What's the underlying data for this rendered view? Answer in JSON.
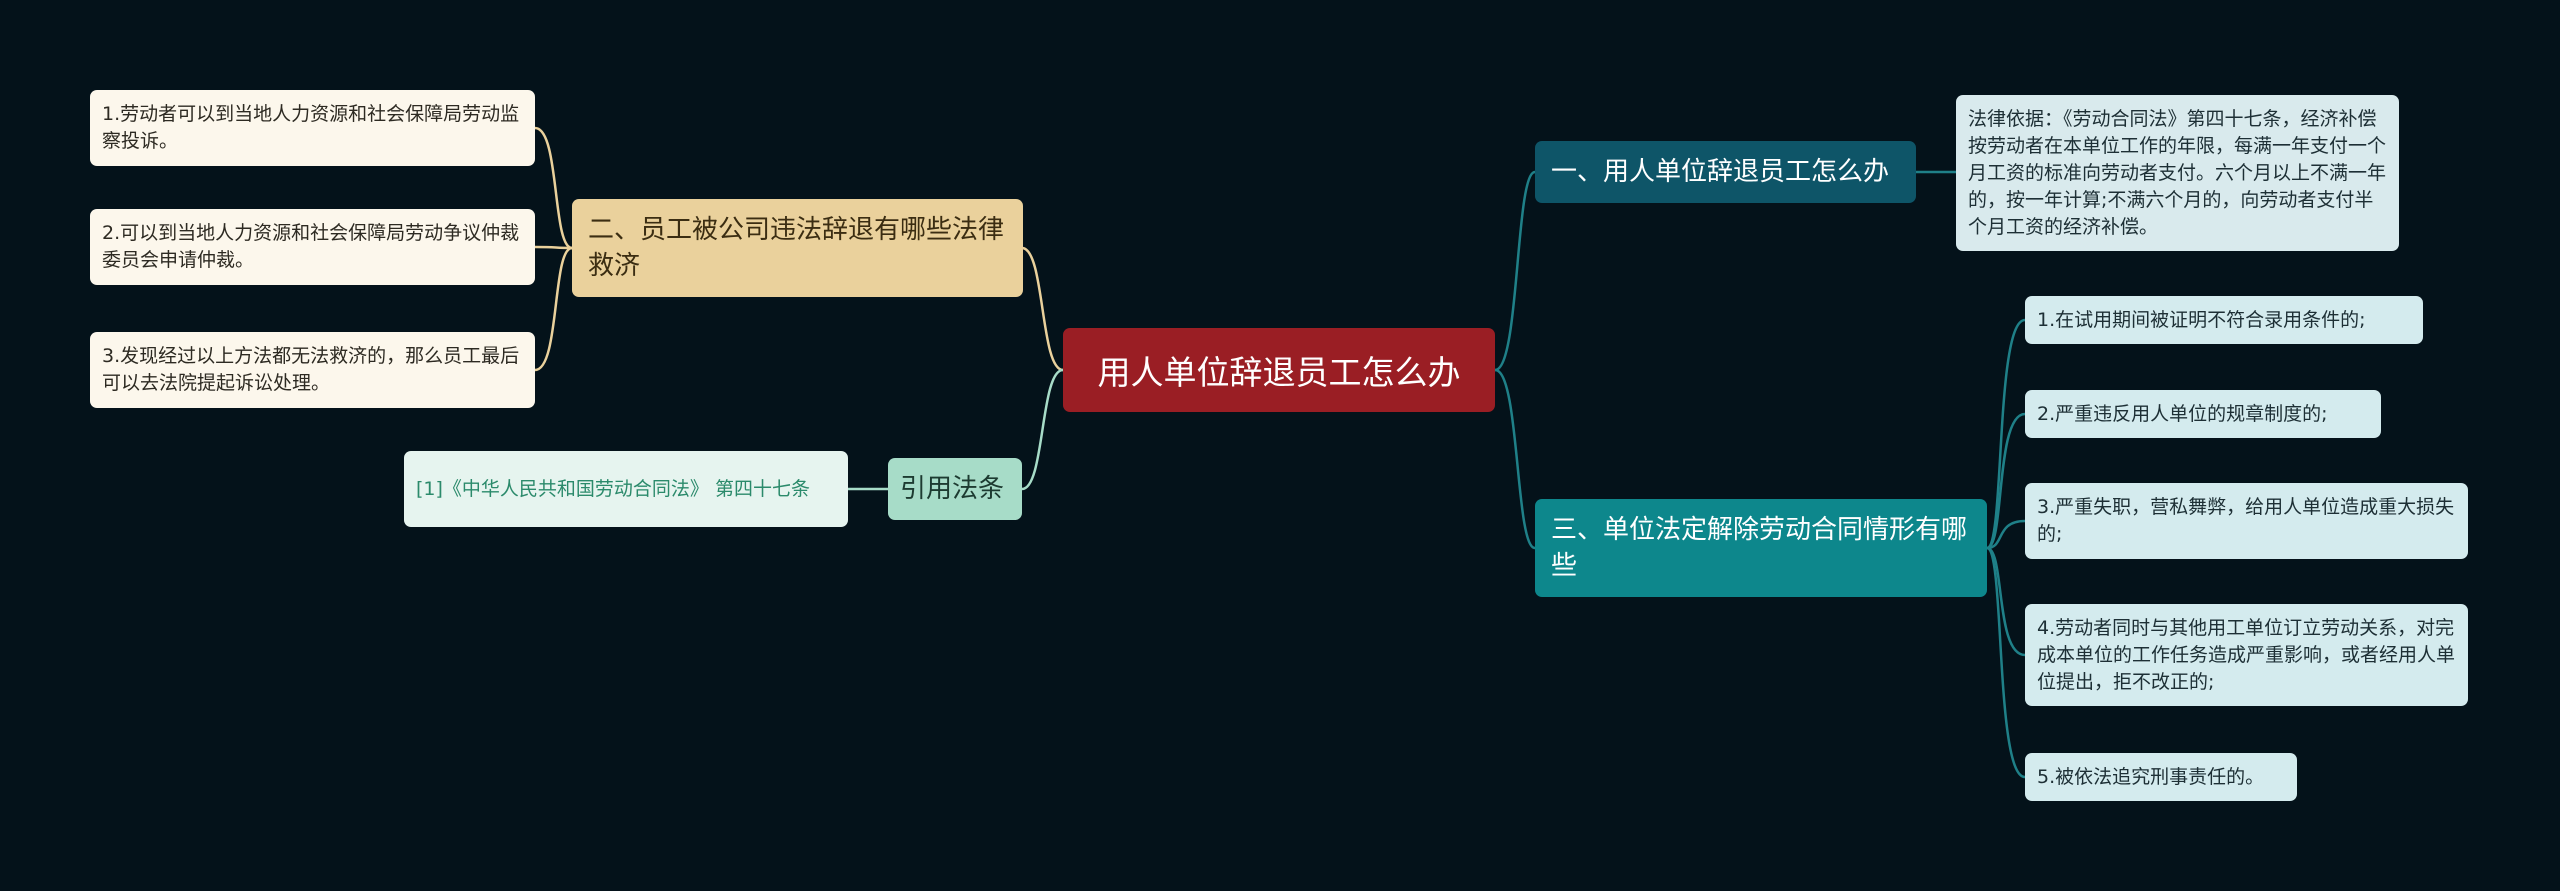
{
  "root": {
    "label": "用人单位辞退员工怎么办"
  },
  "branches": {
    "b1": {
      "label": "一、用人单位辞退员工怎么办",
      "detail": "法律依据：《劳动合同法》第四十七条，经济补偿按劳动者在本单位工作的年限，每满一年支付一个月工资的标准向劳动者支付。六个月以上不满一年的，按一年计算;不满六个月的，向劳动者支付半个月工资的经济补偿。"
    },
    "b2": {
      "label": "二、员工被公司违法辞退有哪些法律救济",
      "items": [
        "1.劳动者可以到当地人力资源和社会保障局劳动监察投诉。",
        "2.可以到当地人力资源和社会保障局劳动争议仲裁委员会申请仲裁。",
        "3.发现经过以上方法都无法救济的，那么员工最后可以去法院提起诉讼处理。"
      ]
    },
    "b3": {
      "label": "三、单位法定解除劳动合同情形有哪些",
      "items": [
        "1.在试用期间被证明不符合录用条件的;",
        "2.严重违反用人单位的规章制度的;",
        "3.严重失职，营私舞弊，给用人单位造成重大损失的;",
        "4.劳动者同时与其他用工单位订立劳动关系，对完成本单位的工作任务造成严重影响，或者经用人单位提出，拒不改正的;",
        "5.被依法追究刑事责任的。"
      ]
    },
    "b4": {
      "label": "引用法条",
      "citation": "[1]《中华人民共和国劳动合同法》 第四十七条"
    }
  },
  "colors": {
    "background": "#04121a",
    "root": "#9a1e24",
    "branch_dark_teal": "#0e5568",
    "branch_teal": "#0d878c",
    "branch_sand": "#ead19c",
    "branch_mint": "#a7dcc8",
    "connector_left": "#ead19c",
    "connector_right": "#1f8088"
  }
}
